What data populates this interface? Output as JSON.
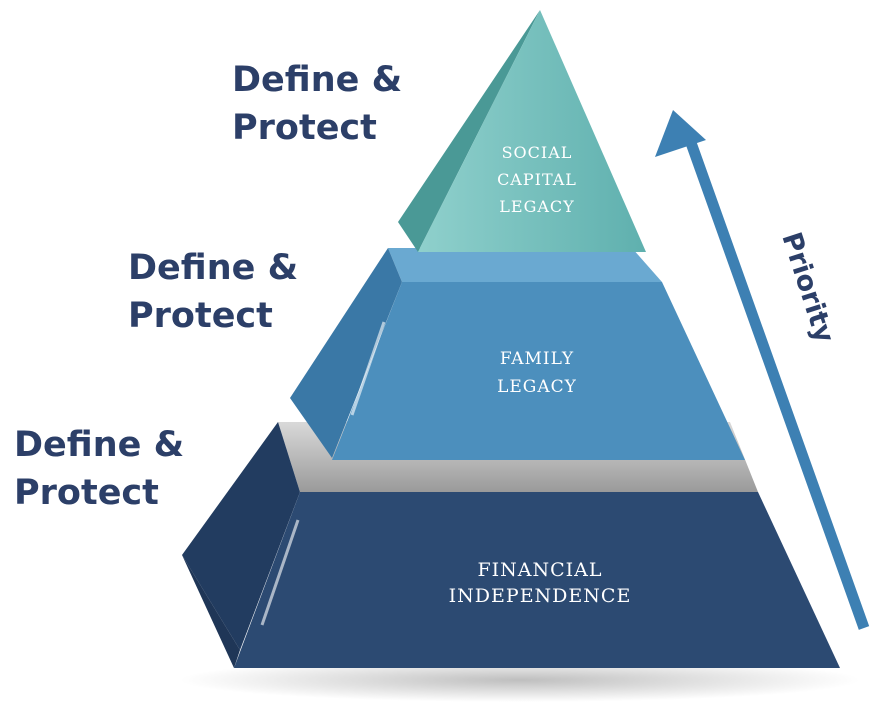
{
  "tiers": {
    "top": {
      "lines": [
        "SOCIAL",
        "CAPITAL",
        "LEGACY"
      ],
      "color": "#78c0bd"
    },
    "middle": {
      "lines": [
        "FAMILY",
        "LEGACY"
      ],
      "color": "#4c8fbd"
    },
    "bottom": {
      "lines": [
        "FINANCIAL",
        "INDEPENDENCE"
      ],
      "color": "#2c4a72"
    }
  },
  "side_labels": {
    "top": {
      "line1": "Define &",
      "line2": "Protect"
    },
    "middle": {
      "line1": "Define &",
      "line2": "Protect"
    },
    "bottom": {
      "line1": "Define &",
      "line2": "Protect"
    }
  },
  "priority": {
    "label": "Priority",
    "color": "#3d80b3"
  }
}
